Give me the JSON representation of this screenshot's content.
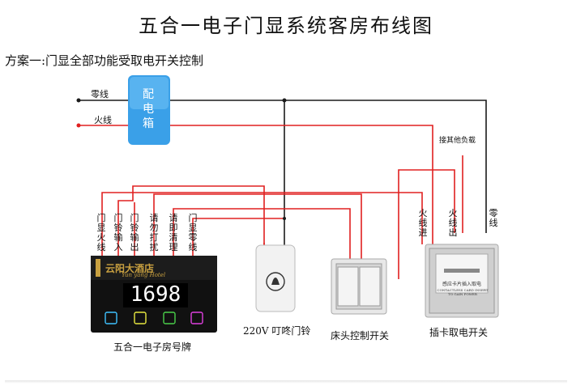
{
  "title": "五合一电子门显系统客房布线图",
  "subtitle": "方案一:门显全部功能受取电开关控制",
  "lines": {
    "neutral_label": "零线",
    "live_label": "火线",
    "other_load_label": "接其他负载"
  },
  "distribution_box": {
    "label": "配电箱"
  },
  "doorplate": {
    "wire_labels": [
      "门显火线",
      "门铃输入",
      "门铃输出",
      "请勿打扰",
      "请即清理",
      "门显零线"
    ],
    "brand": "云阳大酒店",
    "brand_en": "Yun yang Hotel",
    "room_number": "1698",
    "caption": "五合一电子房号牌"
  },
  "doorbell": {
    "caption": "220V 叮咚门铃"
  },
  "bedside_switch": {
    "caption": "床头控制开关"
  },
  "card_switch": {
    "wire_labels": [
      "火线进",
      "火线出",
      "零线"
    ],
    "face_text_cn": "感应卡片插入取电",
    "face_text_en": "CONTACTLESS CARD INSERT TO GAIN POWER",
    "caption": "插卡取电开关"
  },
  "colors": {
    "neutral": "#1a1a1a",
    "live": "#e02020",
    "box": "#3aa0e8",
    "doorplate_bg": "#111111",
    "accent": "#c8a040"
  }
}
